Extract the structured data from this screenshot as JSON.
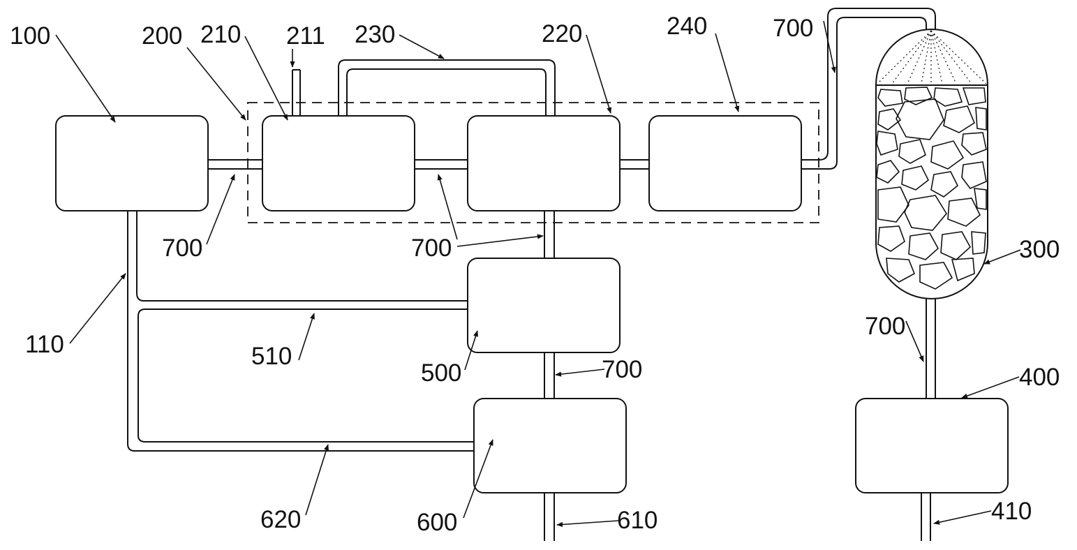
{
  "diagram": {
    "labels": {
      "l100": "100",
      "l200": "200",
      "l210": "210",
      "l211": "211",
      "l230": "230",
      "l220": "220",
      "l240": "240",
      "l700_top": "700",
      "l700_a": "700",
      "l700_b": "700",
      "l300": "300",
      "l700_c": "700",
      "l110": "110",
      "l510": "510",
      "l500": "500",
      "l700_d": "700",
      "l400": "400",
      "l620": "620",
      "l600": "600",
      "l610": "610",
      "l410": "410"
    }
  }
}
